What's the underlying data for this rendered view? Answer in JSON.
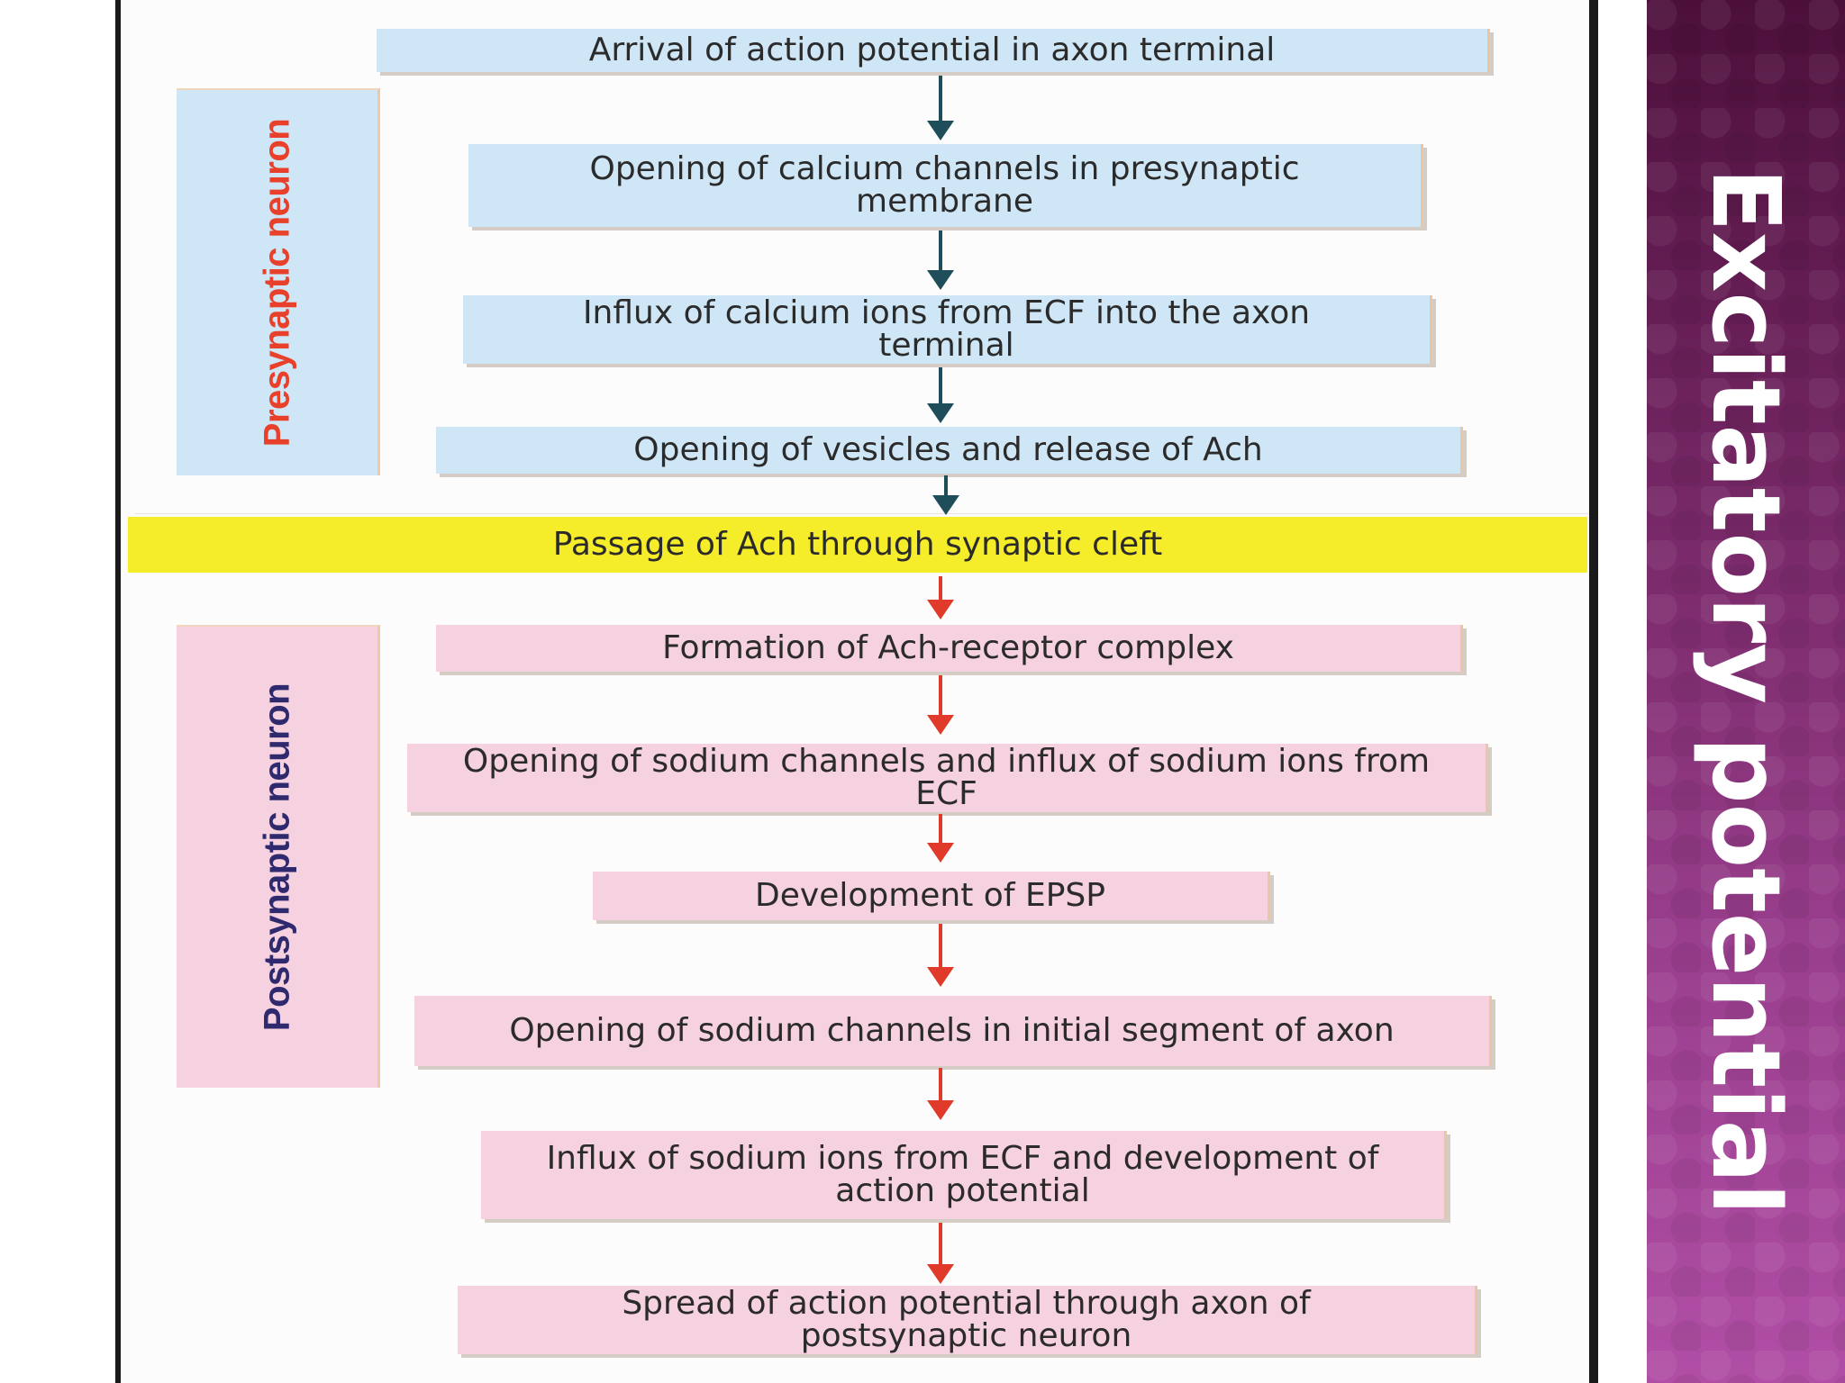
{
  "slide": {
    "title": "Excitatory potential",
    "title_band_color": "#7a2a6a"
  },
  "presynaptic": {
    "label": "Presynaptic neuron",
    "label_color": "#e8402a",
    "box_color": "#cfe6f6",
    "steps": [
      "Arrival of action potential in axon terminal",
      "Opening of calcium channels in presynaptic membrane",
      "Influx of calcium ions from ECF into the axon terminal",
      "Opening of vesicles and release of Ach"
    ]
  },
  "cleft": {
    "text": "Passage of Ach through synaptic cleft",
    "color": "#f5ec2a"
  },
  "postsynaptic": {
    "label": "Postsynaptic neuron",
    "label_color": "#2f2a6e",
    "box_color": "#f6d1df",
    "steps": [
      "Formation of Ach-receptor complex",
      "Opening of sodium channels and influx of sodium ions from ECF",
      "Development of EPSP",
      "Opening of sodium channels in initial segment of axon",
      "Influx of sodium ions from ECF and development of action potential",
      "Spread of action potential through axon of postsynaptic neuron"
    ]
  },
  "colors": {
    "presynaptic_arrow": "#1f4d5a",
    "postsynaptic_arrow": "#e03a2a"
  }
}
